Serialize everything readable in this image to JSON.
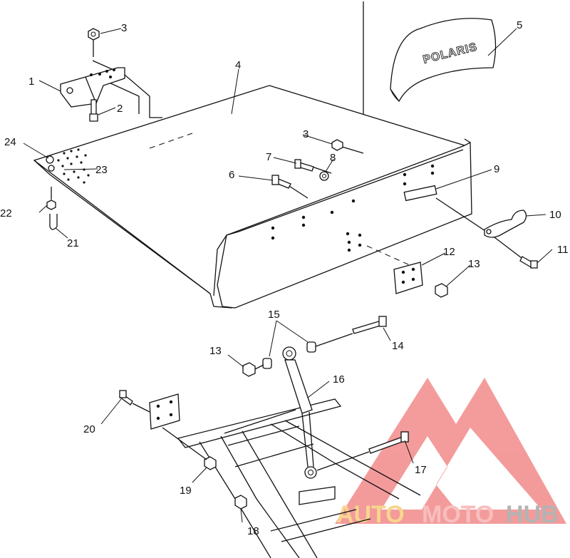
{
  "diagram": {
    "callouts": [
      "1",
      "2",
      "3",
      "3",
      "4",
      "5",
      "6",
      "7",
      "8",
      "9",
      "10",
      "11",
      "12",
      "13",
      "13",
      "14",
      "15",
      "16",
      "17",
      "18",
      "19",
      "20",
      "21",
      "22",
      "23",
      "24"
    ],
    "part_logo_text": "POLARIS"
  },
  "watermark": {
    "brand_part1": "AUTO",
    "brand_part2": "MOTO",
    "brand_part3": "HUB",
    "colors": {
      "triangle": "#f07a7a",
      "auto": "#f6c86a",
      "moto": "#f6a9a9",
      "hub": "#9a9a9a"
    }
  }
}
